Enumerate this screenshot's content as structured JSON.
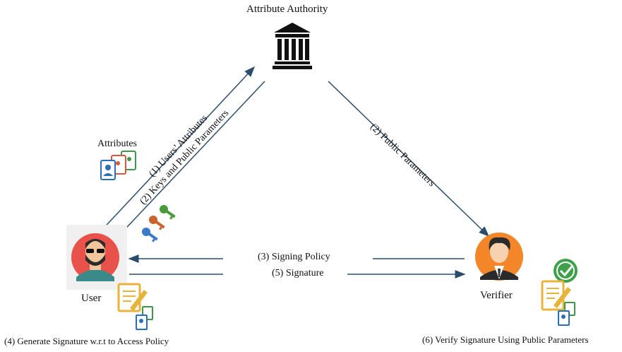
{
  "authority": {
    "title": "Attribute Authority",
    "icon": "institution-icon"
  },
  "user": {
    "label": "User",
    "icon": "user-avatar-icon",
    "avatar_color": "#e8524a"
  },
  "verifier": {
    "label": "Verifier",
    "icon": "verifier-avatar-icon",
    "avatar_color": "#f4862a"
  },
  "edges": {
    "users_attributes": "(1) Users’ Attributes",
    "keys_params": "(2) Keys and Public Parameters",
    "public_params": "(2) Public Parameters",
    "signing_policy": "(3) Signing Policy",
    "signature": "(5) Signature"
  },
  "attributes_label": "Attributes",
  "captions": {
    "user_step": "(4) Generate Signature w.r.t to Access Policy",
    "verifier_step": "(6) Verify Signature Using Public Parameters"
  },
  "colors": {
    "arrow": "#2a4d6e",
    "doc_blue": "#2a6ebb",
    "doc_green": "#3a9a4a",
    "doc_red": "#d9573a",
    "doc_gold": "#e8b33a"
  }
}
